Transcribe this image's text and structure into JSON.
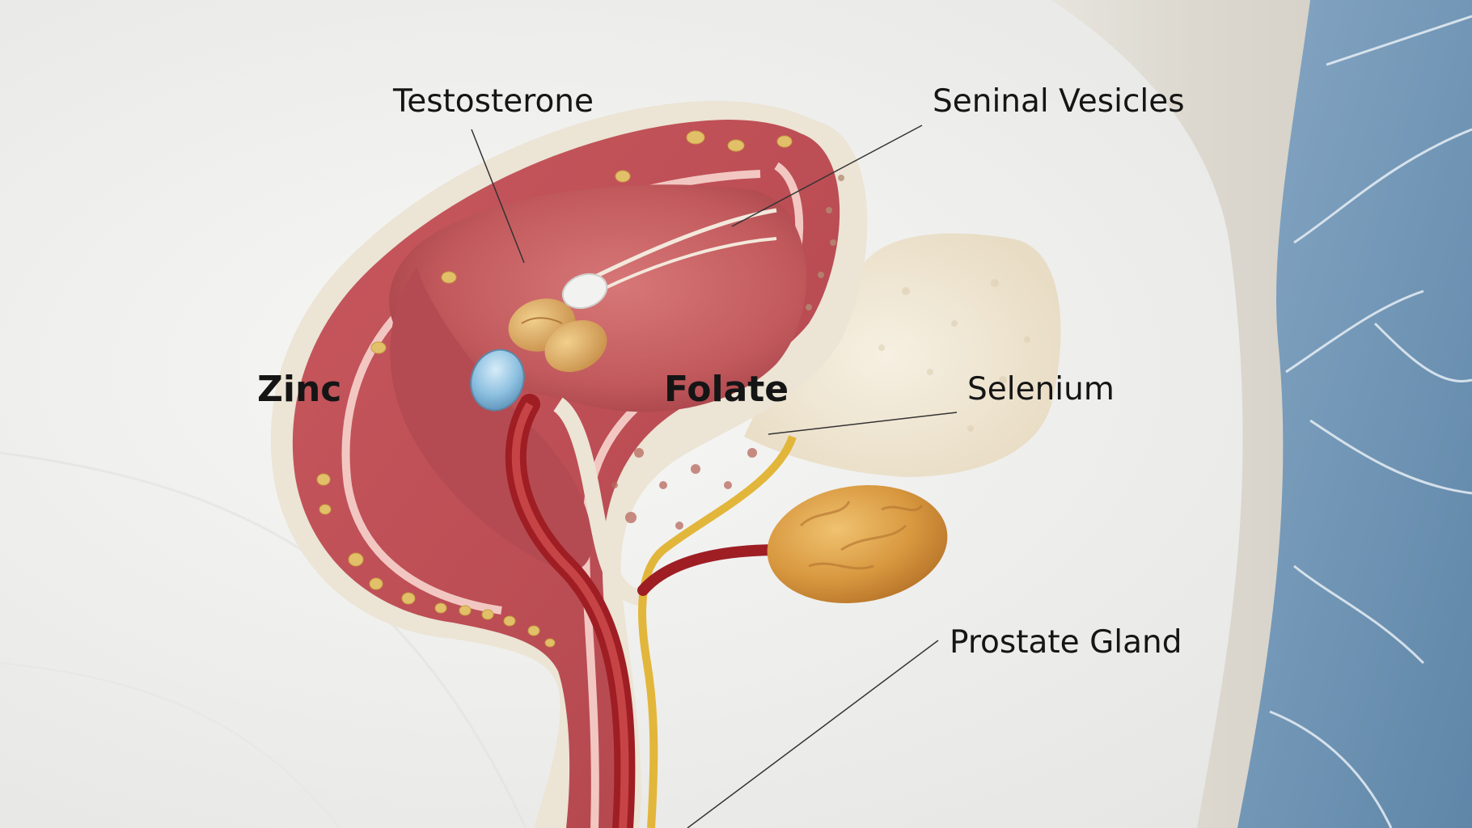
{
  "labels": {
    "testosterone": "Testosterone",
    "seminal_vesicles": "Seninal Vesicles",
    "zinc": "Zinc",
    "folate": "Folate",
    "selenium": "Selenium",
    "prostate_gland": "Prostate Gland"
  },
  "colors": {
    "background": "#eeeeec",
    "tissue_red": "#b9444d",
    "vessel_red": "#9e1e24",
    "fat_yellow": "#e2b63a",
    "gland_tan": "#d69a47",
    "pill_blue": "#7fb3d6",
    "skin_blue": "#6f93b3",
    "label_text": "#151515"
  }
}
